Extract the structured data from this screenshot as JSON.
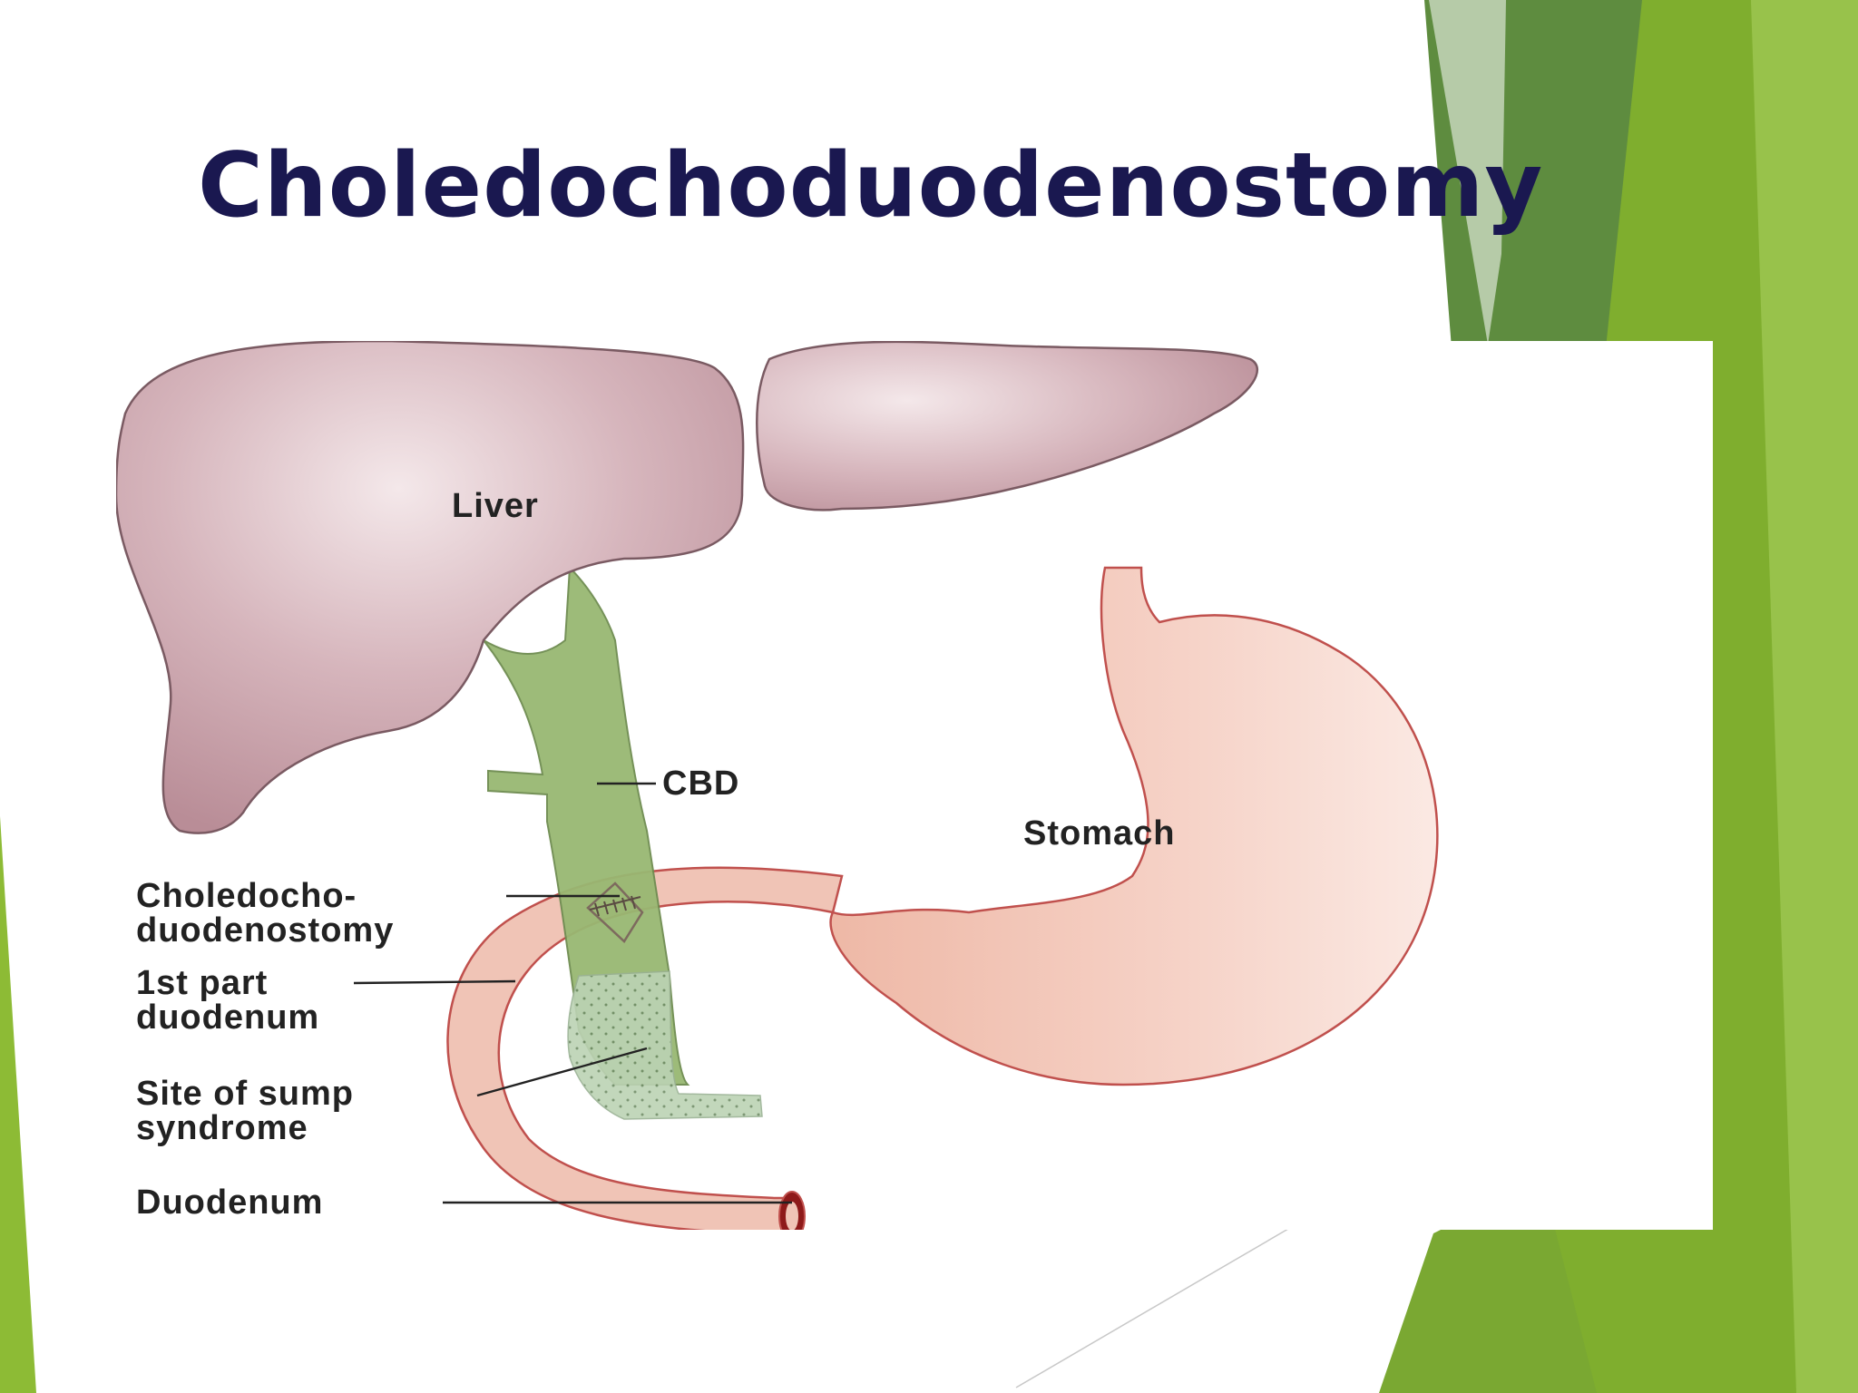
{
  "slide": {
    "title": "Choledochoduodenostomy",
    "colors": {
      "title": "#1a1850",
      "accent_dark_green": "#5e8c3f",
      "accent_light_green": "#8dbb35",
      "liver": "#c9a4ad",
      "stomach": "#f0c4b6",
      "bile_duct": "#98b872"
    }
  },
  "diagram": {
    "labels": {
      "liver": "Liver",
      "cbd": "CBD",
      "stomach": "Stomach",
      "anastomosis_line1": "Choledocho-",
      "anastomosis_line2": "duodenostomy",
      "first_part_line1": "1st part",
      "first_part_line2": "duodenum",
      "sump_line1": "Site of sump",
      "sump_line2": "syndrome",
      "duodenum": "Duodenum"
    }
  }
}
